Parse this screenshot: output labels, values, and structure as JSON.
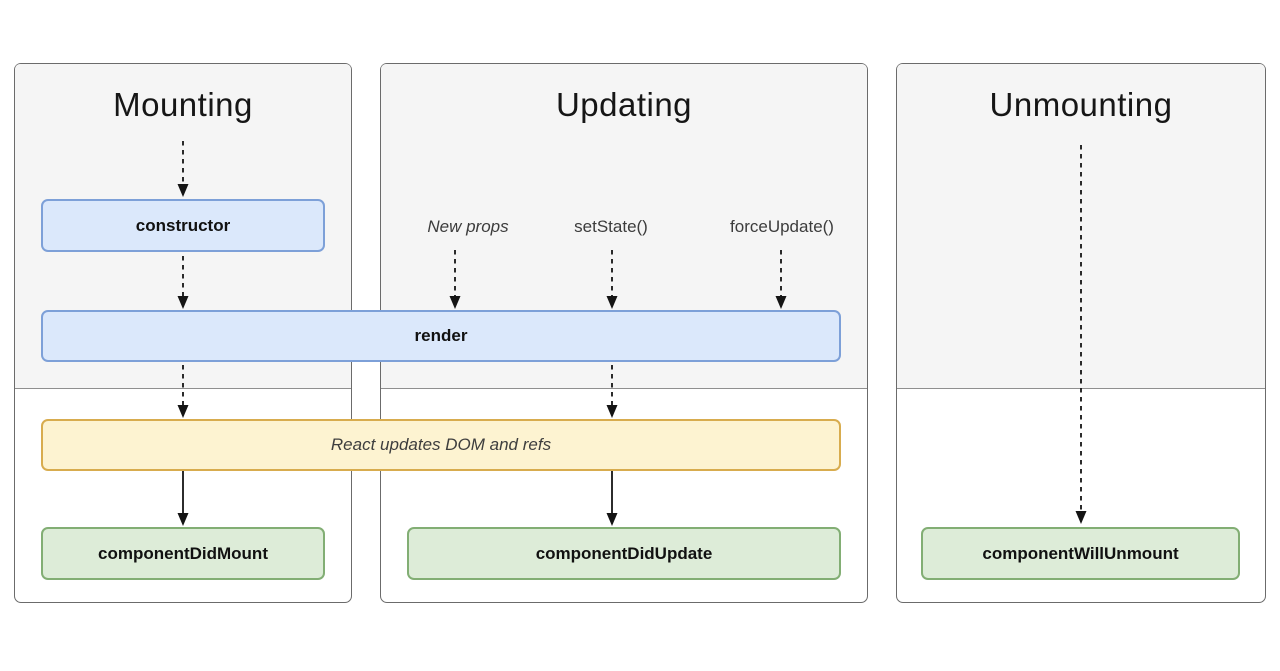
{
  "columns": [
    {
      "id": "mounting",
      "title": "Mounting"
    },
    {
      "id": "updating",
      "title": "Updating",
      "triggers": [
        {
          "label": "New props",
          "italic": true
        },
        {
          "label": "setState()",
          "italic": false
        },
        {
          "label": "forceUpdate()",
          "italic": false
        }
      ]
    },
    {
      "id": "unmounting",
      "title": "Unmounting"
    }
  ],
  "boxes": {
    "constructor": {
      "label": "constructor",
      "kind": "blue"
    },
    "render": {
      "label": "render",
      "kind": "blue"
    },
    "react_updates": {
      "label": "React updates DOM and refs",
      "kind": "yellow"
    },
    "component_did_mount": {
      "label": "componentDidMount",
      "kind": "green"
    },
    "component_did_update": {
      "label": "componentDidUpdate",
      "kind": "green"
    },
    "component_will_unmount": {
      "label": "componentWillUnmount",
      "kind": "green"
    }
  },
  "colors": {
    "blue_fill": "#dbe8fb",
    "blue_border": "#7da0d8",
    "yellow_fill": "#fdf3d1",
    "yellow_border": "#d8ac4e",
    "green_fill": "#ddecd8",
    "green_border": "#82ae74",
    "render_phase_fill": "#f5f5f5",
    "commit_phase_fill": "#ffffff",
    "column_border": "#6b6b6b",
    "phase_divider": "#8f8f8f",
    "arrow": "#141414"
  }
}
